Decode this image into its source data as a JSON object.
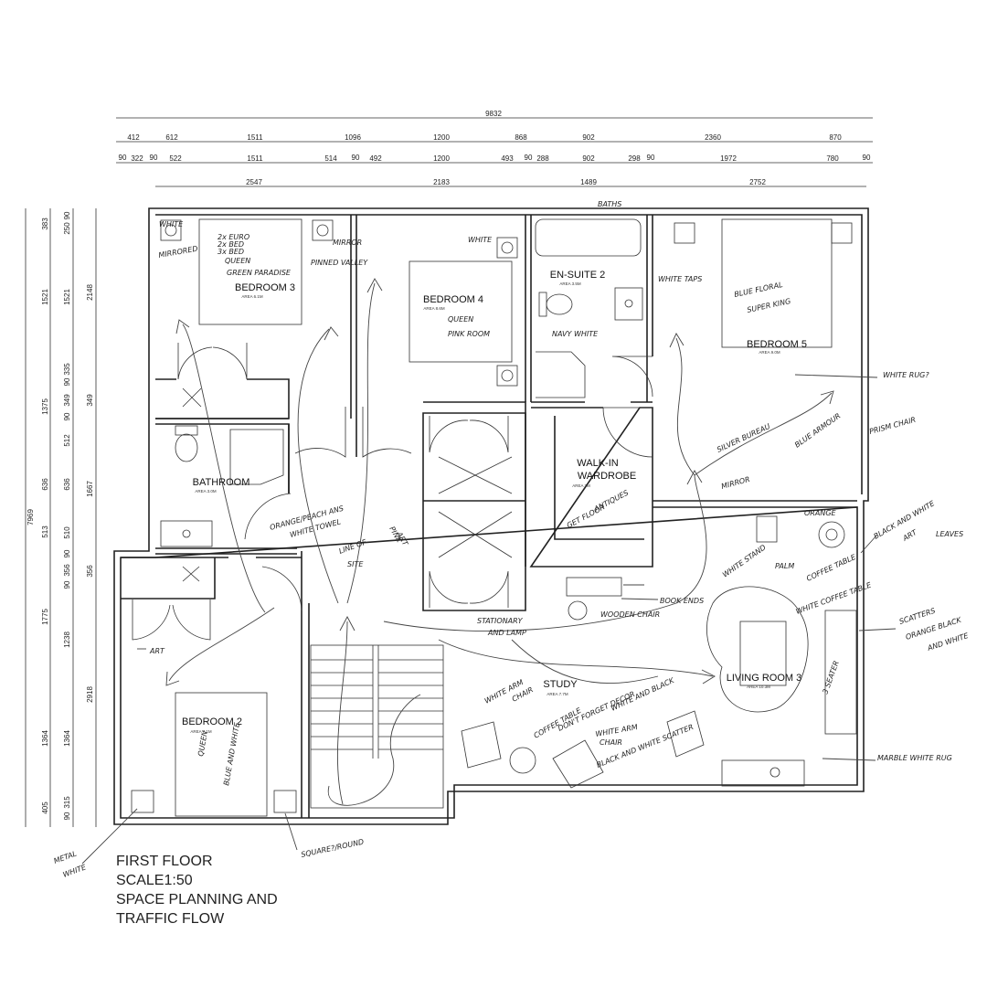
{
  "dimensions": {
    "overall": "9832",
    "row1": [
      "412",
      "612",
      "1511",
      "1096",
      "1200",
      "868",
      "902",
      "2360",
      "870"
    ],
    "row2": [
      "90",
      "322",
      "90",
      "522",
      "1511",
      "514",
      "90",
      "492",
      "1200",
      "493",
      "90",
      "288",
      "902",
      "298",
      "90",
      "1972",
      "780",
      "90"
    ],
    "row3": [
      "2547",
      "2183",
      "1489",
      "2752"
    ],
    "left_outer": "7969",
    "left_a": [
      "383",
      "1521",
      "1375",
      "636",
      "513",
      "1775",
      "1364",
      "405"
    ],
    "left_b": [
      "90",
      "250",
      "1521",
      "90",
      "335",
      "90",
      "349",
      "512",
      "636",
      "90",
      "510",
      "90",
      "356",
      "1238",
      "1364",
      "90",
      "315"
    ],
    "left_c": [
      "2148",
      "349",
      "1667",
      "356",
      "2918"
    ]
  },
  "rooms": {
    "bedroom3": {
      "name": "BEDROOM 3",
      "area": "AREA 6.1M"
    },
    "bedroom4": {
      "name": "BEDROOM 4",
      "area": "AREA 8.6M"
    },
    "ensuite2": {
      "name": "EN-SUITE 2",
      "area": "AREA 3.5M"
    },
    "bedroom5": {
      "name": "BEDROOM 5",
      "area": "AREA 9.0M"
    },
    "bathroom": {
      "name": "BATHROOM",
      "area": "AREA 3.0M"
    },
    "walkin1": "WALK-IN",
    "walkin2": "WARDROBE",
    "walkin_area": "AREA 3M",
    "bedroom2": {
      "name": "BEDROOM 2",
      "area": "AREA 7.1M"
    },
    "study": {
      "name": "STUDY",
      "area": "AREA 7.7M"
    },
    "living3": {
      "name": "LIVING ROOM 3",
      "area": "AREA 10.3M"
    }
  },
  "notes": {
    "white_b3": "WHITE",
    "mirrored": "MIRRORED",
    "euro": "2x EURO",
    "bed2": "2x BED",
    "bed3": "3x BED",
    "queen_b3": "QUEEN",
    "green_paradise": "GREEN PARADISE",
    "mirror": "MIRROR",
    "pinned_valley": "PINNED VALLEY",
    "baths": "BATHS",
    "white_b4": "WHITE",
    "queen_b4": "QUEEN",
    "pink_room": "PINK ROOM",
    "white_taps": "WHITE TAPS",
    "navy_white": "NAVY WHITE",
    "blue_floral": "BLUE FLORAL",
    "super_king": "SUPER KING",
    "white_rug": "WHITE RUG?",
    "silver_bureau": "SILVER BUREAU",
    "blue_armour": "BLUE ARMOUR",
    "prism_chair": "PRISM CHAIR",
    "mirror_b5": "MIRROR",
    "gf_floor": "GET FLOOR",
    "antiques": "ANTIQUES",
    "orange_peach": "ORANGE/PEACH ANS",
    "white_towel": "WHITE TOWEL",
    "line_of_site1": "LINE OF",
    "line_of_site2": "SITE",
    "pink_art1": "PINK",
    "pink_art2": "ART",
    "black_white_art1": "BLACK AND WHITE",
    "black_white_art2": "ART",
    "leaves": "LEAVES",
    "orange": "ORANGE",
    "coffee_table": "COFFEE TABLE",
    "white_stand": "WHITE STAND",
    "palm": "PALM",
    "white_coffee": "WHITE COFFEE TABLE",
    "scatters1": "SCATTERS",
    "scatters2": "ORANGE BLACK",
    "scatters3": "AND WHITE",
    "three_seater": "3 SEATER",
    "study_label": "STUDY",
    "book_ends": "BOOK ENDS",
    "wooden_chair": "WOODEN CHAIR",
    "stationary": "STATIONARY",
    "and_lamp": "AND LAMP",
    "white_arm": "WHITE ARM",
    "chair": "CHAIR",
    "coffee_table2": "COFFEE TABLE",
    "dont_forget": "DON'T FORGET DECOR",
    "white_black": "WHITE AND BLACK",
    "white_arm2": "WHITE ARM",
    "chair2": "CHAIR",
    "black_white_scatter": "BLACK AND WHITE SCATTER",
    "marble_rug": "MARBLE WHITE RUG",
    "art": "ART",
    "queen_b2": "QUEEN",
    "blue_white": "BLUE AND WHITE",
    "metal_white1": "METAL",
    "metal_white2": "WHITE",
    "square_round": "SQUARE?/ROUND"
  },
  "footer": {
    "line1": "FIRST FLOOR",
    "line2": "SCALE1:50",
    "line3": "SPACE PLANNING AND",
    "line4": "TRAFFIC FLOW"
  }
}
